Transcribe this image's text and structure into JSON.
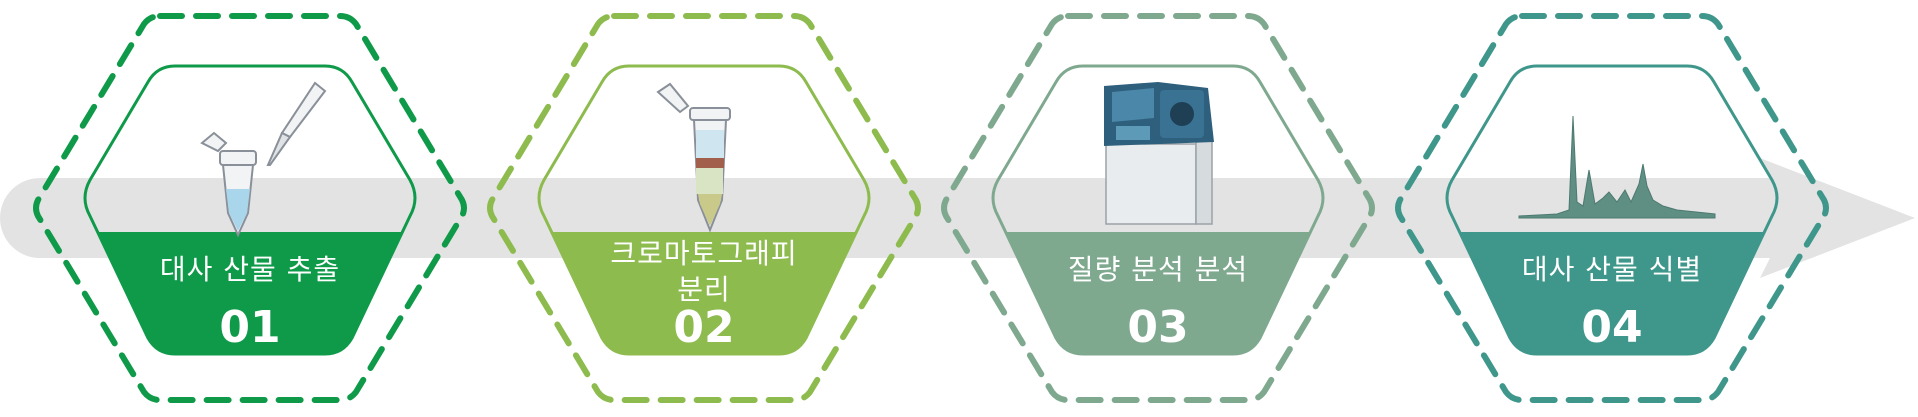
{
  "steps": [
    {
      "label": "대사 산물 추출",
      "number": "01",
      "color": "#0f9a4a",
      "icon": "tube-and-pipette-icon"
    },
    {
      "label": "크로마토그래피\n분리",
      "number": "02",
      "color": "#8dbb4e",
      "icon": "separation-tube-icon"
    },
    {
      "label": "질량 분석 분석",
      "number": "03",
      "color": "#7fa98f",
      "icon": "mass-spectrometer-icon"
    },
    {
      "label": "대사 산물 식별",
      "number": "04",
      "color": "#3f978b",
      "icon": "spectrum-peaks-icon"
    }
  ]
}
